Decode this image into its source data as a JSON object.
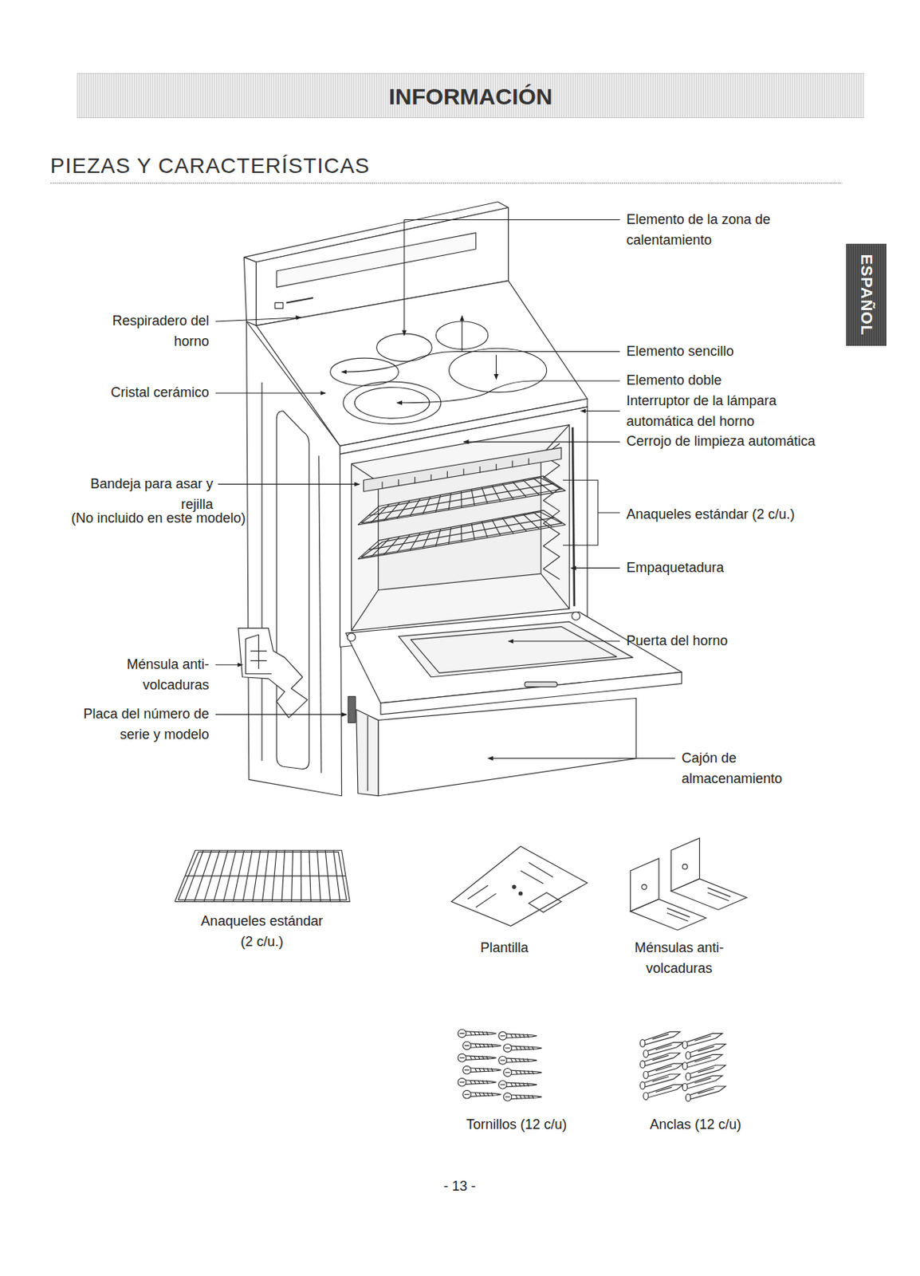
{
  "diagram": {
    "title": "PIEZAS Y CARACTERÍSTICAS",
    "nodes": [
      {
        "text": [
          "INFORMACIÓN"
        ]
      },
      {
        "text": [
          "ESPAÑOL"
        ]
      }
    ],
    "labels": [
      "Respiradero del horno",
      "Cristal cerámico",
      "Bandeja para asar y rejilla",
      "(No incluido en este modelo)",
      "Ménsula anti- volcaduras",
      "Placa del número de serie y modelo",
      "Elemento de la zona de calentamiento",
      "Elemento sencillo",
      "Elemento doble",
      "Interruptor de la lámpara automática del horno",
      "Cerrojo de limpieza automática",
      "Anaqueles estándar (2 c/u.)",
      "Empaquetadura",
      "Puerta del horno",
      "Cajón de almacenamiento",
      "Anaqueles estándar (2 c/u.)",
      "Plantilla",
      "Ménsulas anti- volcaduras",
      "Tornillos (12 c/u)",
      "Anclas (12 c/u)",
      "- 13 -"
    ]
  }
}
